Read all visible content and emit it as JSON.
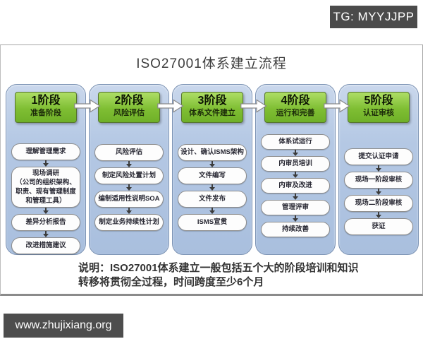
{
  "badge": {
    "text": "TG: MYYJJPP"
  },
  "title": "ISO27001体系建立流程",
  "stages": [
    {
      "name": "1阶段",
      "subtitle": "准备阶段",
      "steps": [
        "理解管理需求",
        "现场调研\n（公司的组织架构、职责、现有管理制度和管理工具）",
        "差异分析报告",
        "改进措施建议"
      ]
    },
    {
      "name": "2阶段",
      "subtitle": "风险评估",
      "steps": [
        "风险评估",
        "制定风险处置计划",
        "编制适用性说明SOA",
        "制定业务持续性计划"
      ]
    },
    {
      "name": "3阶段",
      "subtitle": "体系文件建立",
      "steps": [
        "设计、确认ISMS架构",
        "文件编写",
        "文件发布",
        "ISMS宣贯"
      ]
    },
    {
      "name": "4阶段",
      "subtitle": "运行和完善",
      "steps": [
        "体系试运行",
        "内审员培训",
        "内审及改进",
        "管理评审",
        "持续改善"
      ]
    },
    {
      "name": "5阶段",
      "subtitle": "认证审核",
      "steps": [
        "提交认证申请",
        "现场一阶段审核",
        "现场二阶段审核",
        "获证"
      ]
    }
  ],
  "note": {
    "line1": "说明：ISO27001体系建立一般包括五个大的阶段培训和知识",
    "line2": "转移将贯彻全过程，时间跨度至少6个月"
  },
  "watermark": {
    "text": "www.zhujixiang.org"
  },
  "colors": {
    "stage_header_green": "#7fbe33",
    "stage_container_blue": "#b4c8e4",
    "container_border": "#7c93b4",
    "badge_background": "#4b4b4b",
    "frame_border": "#a6a6a6"
  }
}
